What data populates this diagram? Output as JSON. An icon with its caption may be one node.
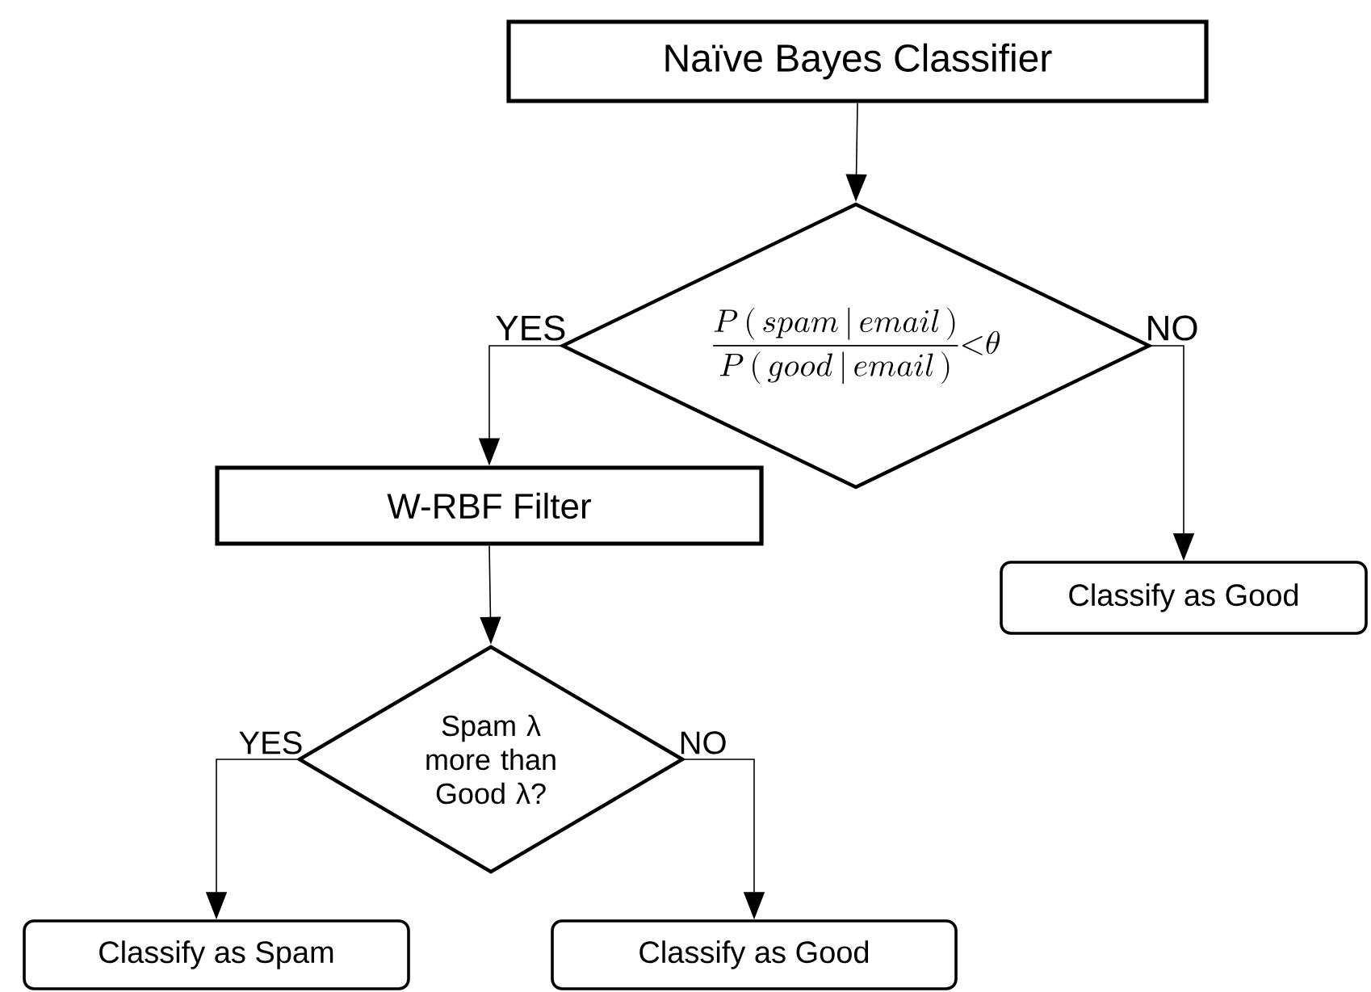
{
  "diagram": {
    "nodes": [
      {
        "text": [
          "Naïve Bayes Classifier"
        ]
      },
      {
        "text": [
          "\\frac{P\\,(\\,spam\\,|\\,email\\,)}{P\\,(\\,good\\,|\\,email\\,)}{<}\\theta"
        ]
      },
      {
        "text": [
          "W-RBF Filter"
        ]
      },
      {
        "text": [
          "Classify as Good"
        ]
      },
      {
        "text": [
          "Spam λ more than Good λ?"
        ]
      },
      {
        "text": [
          "Classify as Spam"
        ]
      },
      {
        "text": [
          "Classify as Good"
        ]
      }
    ],
    "edges": [
      {
        "from": 0,
        "to": 1,
        "arrow": "to"
      },
      {
        "from": 1,
        "to": 2,
        "arrow": "to",
        "label": "YES"
      },
      {
        "from": 1,
        "to": 3,
        "arrow": "to",
        "label": "NO"
      },
      {
        "from": 2,
        "to": 4,
        "arrow": "to"
      },
      {
        "from": 4,
        "to": 5,
        "arrow": "to",
        "label": "YES"
      },
      {
        "from": 4,
        "to": 6,
        "arrow": "to",
        "label": "NO"
      }
    ]
  }
}
